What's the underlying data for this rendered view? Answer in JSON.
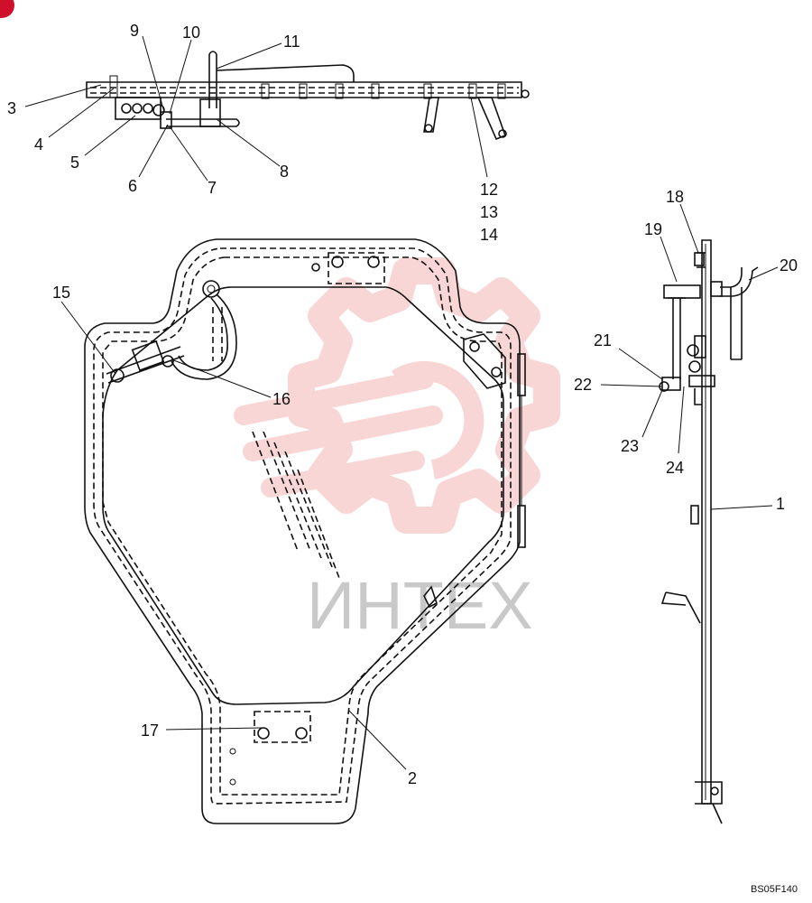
{
  "watermark": {
    "text": "ИНТЕХ",
    "color": "#f2a6a6"
  },
  "callouts": [
    {
      "id": "c1",
      "text": "1"
    },
    {
      "id": "c2",
      "text": "2"
    },
    {
      "id": "c3",
      "text": "3"
    },
    {
      "id": "c4",
      "text": "4"
    },
    {
      "id": "c5",
      "text": "5"
    },
    {
      "id": "c6",
      "text": "6"
    },
    {
      "id": "c7",
      "text": "7"
    },
    {
      "id": "c8",
      "text": "8"
    },
    {
      "id": "c9",
      "text": "9"
    },
    {
      "id": "c10",
      "text": "10"
    },
    {
      "id": "c11",
      "text": "11"
    },
    {
      "id": "c12",
      "text": "12"
    },
    {
      "id": "c13",
      "text": "13"
    },
    {
      "id": "c14",
      "text": "14"
    },
    {
      "id": "c15",
      "text": "15"
    },
    {
      "id": "c16",
      "text": "16"
    },
    {
      "id": "c17",
      "text": "17"
    },
    {
      "id": "c18",
      "text": "18"
    },
    {
      "id": "c19",
      "text": "19"
    },
    {
      "id": "c20",
      "text": "20"
    },
    {
      "id": "c21",
      "text": "21"
    },
    {
      "id": "c22",
      "text": "22"
    },
    {
      "id": "c23",
      "text": "23"
    },
    {
      "id": "c24",
      "text": "24"
    }
  ],
  "reference_code": "BS05F140",
  "corner_badge_color": "#d0102a"
}
